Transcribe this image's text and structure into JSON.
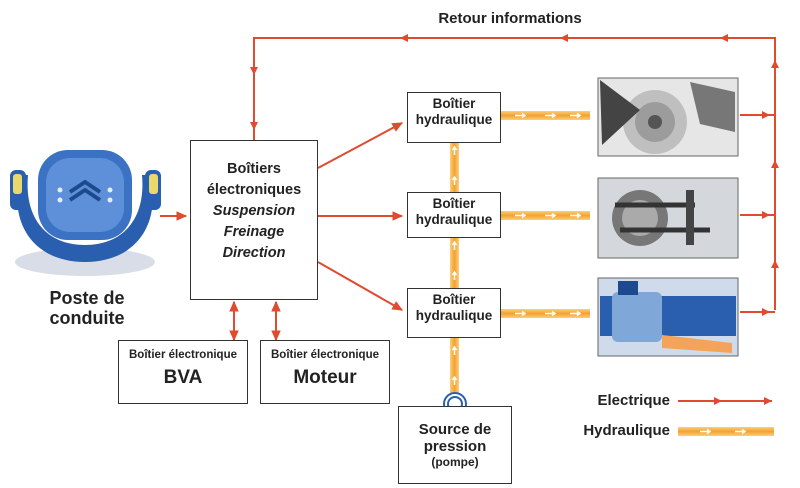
{
  "title": "Retour informations",
  "driver": {
    "line1": "Poste de",
    "line2": "conduite"
  },
  "central": {
    "line1": "Boîtiers",
    "line2": "électroniques",
    "line3": "Suspension",
    "line4": "Freinage",
    "line5": "Direction"
  },
  "bva": {
    "line1": "Boîtier électronique",
    "line2": "BVA"
  },
  "moteur": {
    "line1": "Boîtier électronique",
    "line2": "Moteur"
  },
  "hydraulic_units": [
    {
      "line1": "Boîtier",
      "line2": "hydraulique"
    },
    {
      "line1": "Boîtier",
      "line2": "hydraulique"
    },
    {
      "line1": "Boîtier",
      "line2": "hydraulique"
    }
  ],
  "source": {
    "line1": "Source de",
    "line2": "pression",
    "line3": "(pompe)"
  },
  "legend": {
    "electric": "Electrique",
    "hydraulic": "Hydraulique"
  },
  "colors": {
    "electric": "#e04a2f",
    "hydraulic": "#f5a030",
    "box_border": "#333333",
    "steering_blue": "#2a5fb0"
  }
}
